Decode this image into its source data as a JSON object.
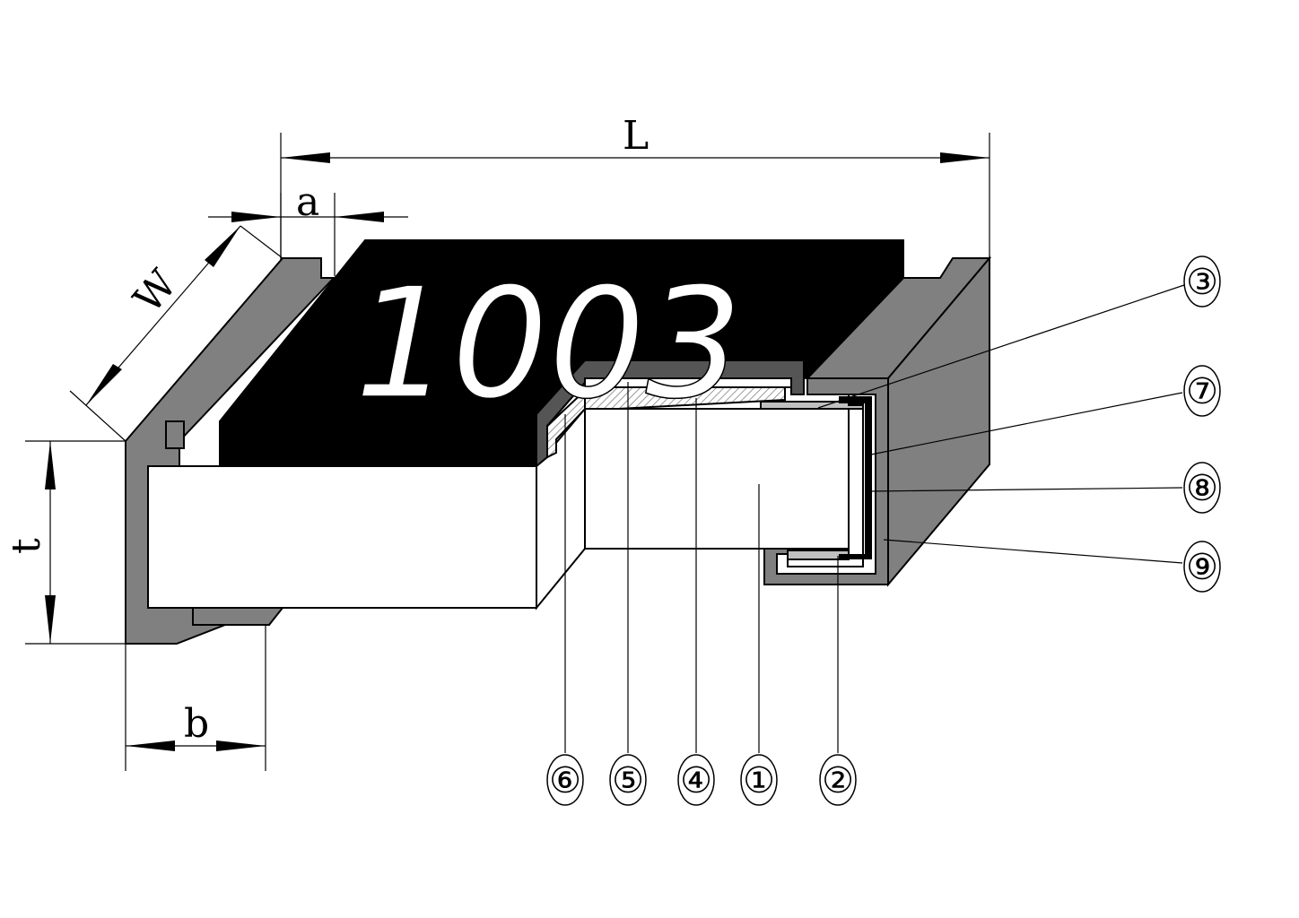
{
  "component": {
    "marking": "1003"
  },
  "dimensions": {
    "length": "L",
    "width": "W",
    "thickness": "t",
    "top_electrode": "a",
    "bottom_electrode": "b"
  },
  "callouts": [
    {
      "id": "c3",
      "label": "③"
    },
    {
      "id": "c7",
      "label": "⑦"
    },
    {
      "id": "c8",
      "label": "⑧"
    },
    {
      "id": "c9",
      "label": "⑨"
    },
    {
      "id": "c6",
      "label": "⑥"
    },
    {
      "id": "c5",
      "label": "⑤"
    },
    {
      "id": "c4",
      "label": "④"
    },
    {
      "id": "c1",
      "label": "①"
    },
    {
      "id": "c2",
      "label": "②"
    }
  ],
  "colors": {
    "electrode": "#808080",
    "overcoat": "#000000",
    "substrate": "#ffffff",
    "glass": "#555555",
    "inner_electrode": "#c0c0c0"
  }
}
